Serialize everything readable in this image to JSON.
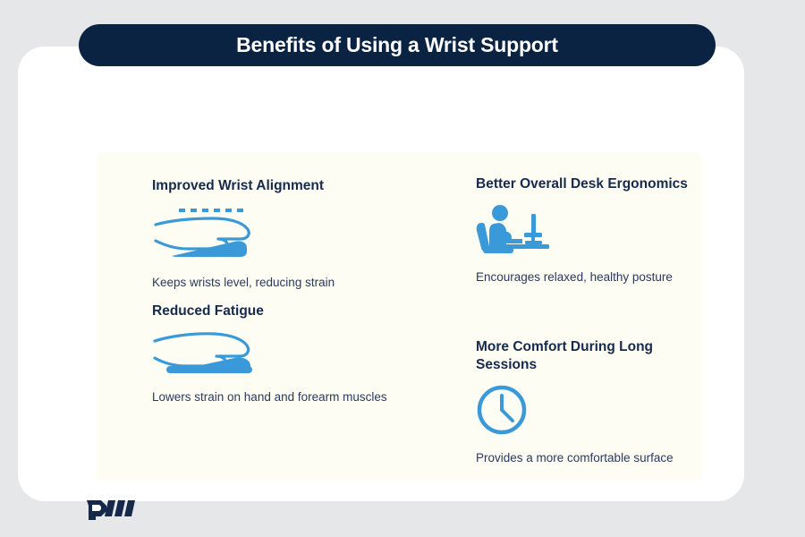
{
  "theme": {
    "page_background": "#e6e7e9",
    "card_background": "#ffffff",
    "panel_background": "#fdfdf4",
    "navy": "#0b2342",
    "heading_navy": "#162a4c",
    "body_navy": "#2b3a5c",
    "accent_blue": "#3a9ad9",
    "accent_blue_dark": "#2e8fcc"
  },
  "header": {
    "title": "Benefits of Using a Wrist Support"
  },
  "benefits": [
    {
      "title": "Improved Wrist Alignment",
      "description": "Keeps wrists level, reducing strain",
      "icon": "hand-on-wedge-wrist-rest-icon",
      "column": "left"
    },
    {
      "title": "Reduced Fatigue",
      "description": "Lowers strain on hand and forearm muscles",
      "icon": "hand-on-cushion-pad-icon",
      "column": "left"
    },
    {
      "title": "Better Overall Desk Ergonomics",
      "description": "Encourages relaxed, healthy posture",
      "icon": "person-at-desk-with-monitor-icon",
      "column": "right"
    },
    {
      "title": "More Comfort During Long Sessions",
      "description": "Provides a more comfortable surface",
      "icon": "clock-icon",
      "column": "right"
    }
  ],
  "footer": {
    "logo": "w-monogram-logo"
  }
}
